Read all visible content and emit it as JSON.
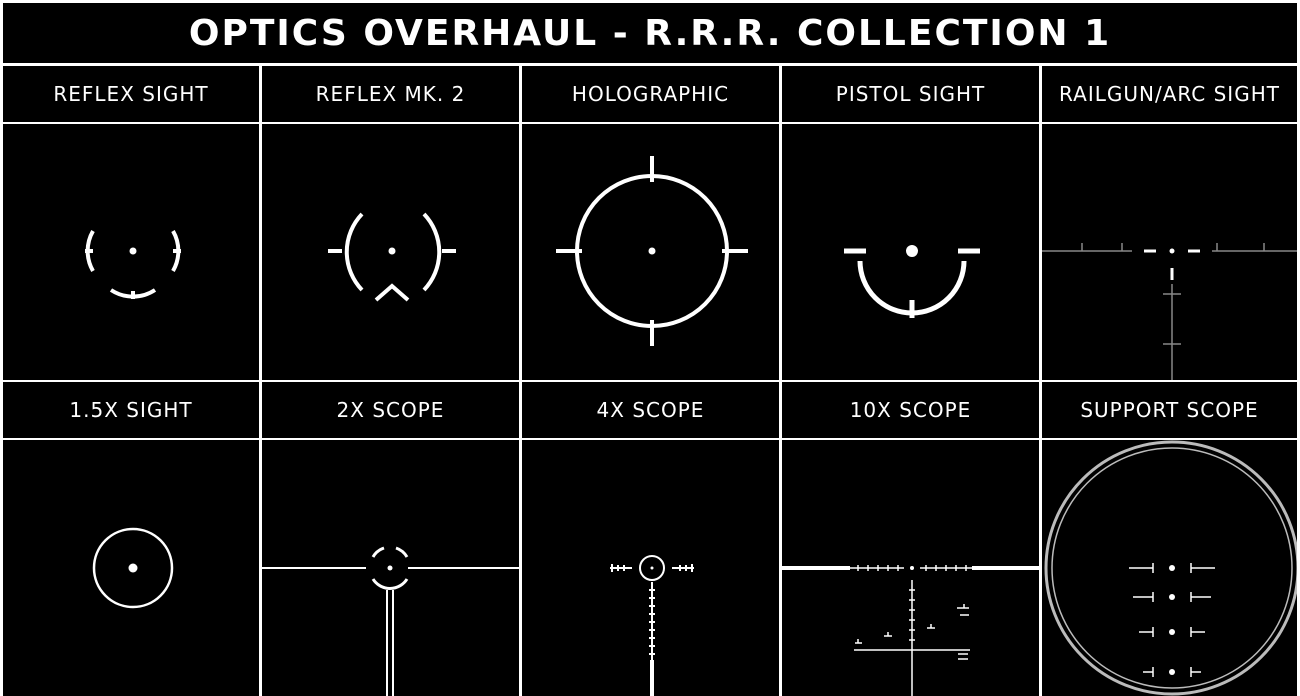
{
  "title": "OPTICS OVERHAUL - R.R.R. COLLECTION 1",
  "colors": {
    "background": "#000000",
    "foreground": "#ffffff"
  },
  "rows": [
    {
      "cells": [
        {
          "label": "REFLEX SIGHT",
          "icon": "reflex-sight-reticle-icon"
        },
        {
          "label": "REFLEX MK. 2",
          "icon": "reflex-mk2-reticle-icon"
        },
        {
          "label": "HOLOGRAPHIC",
          "icon": "holographic-reticle-icon"
        },
        {
          "label": "PISTOL SIGHT",
          "icon": "pistol-sight-reticle-icon"
        },
        {
          "label": "RAILGUN/ARC SIGHT",
          "icon": "railgun-arc-reticle-icon"
        }
      ]
    },
    {
      "cells": [
        {
          "label": "1.5x SIGHT",
          "icon": "1-5x-sight-reticle-icon"
        },
        {
          "label": "2x SCOPE",
          "icon": "2x-scope-reticle-icon"
        },
        {
          "label": "4x SCOPE",
          "icon": "4x-scope-reticle-icon"
        },
        {
          "label": "10x SCOPE",
          "icon": "10x-scope-reticle-icon"
        },
        {
          "label": "SUPPORT SCOPE",
          "icon": "support-scope-reticle-icon"
        }
      ]
    }
  ]
}
